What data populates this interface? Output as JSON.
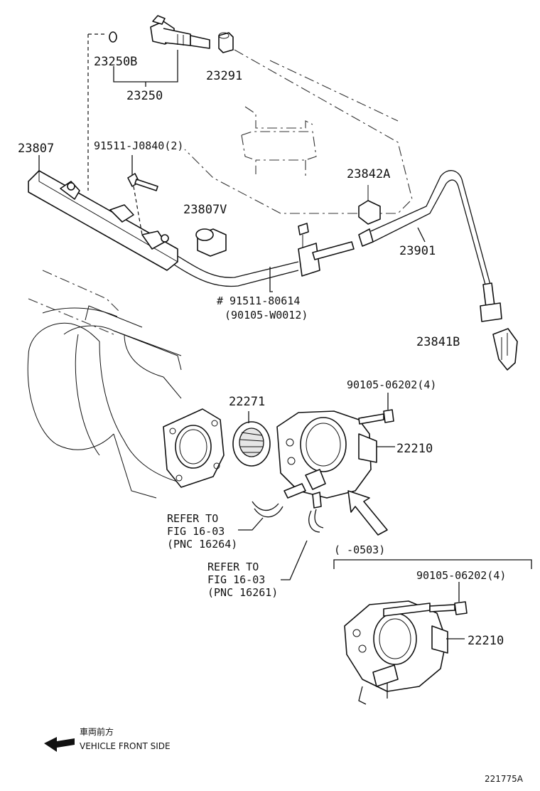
{
  "labels": {
    "p23250B": "23250B",
    "p23250": "23250",
    "p23291": "23291",
    "p23807": "23807",
    "bolt1": "91511-J0840(2)",
    "p23807V": "23807V",
    "p23842A": "23842A",
    "p23901": "23901",
    "bolt2": "# 91511-80614",
    "bolt2_alt": "(90105-W0012)",
    "p23841B": "23841B",
    "p22271": "22271",
    "bolt3": "90105-06202(4)",
    "p22210": "22210",
    "refer1_l1": "REFER TO",
    "refer1_l2": "FIG 16-03",
    "refer1_l3": "(PNC 16264)",
    "refer2_l1": "REFER TO",
    "refer2_l2": "FIG 16-03",
    "refer2_l3": "(PNC 16261)",
    "range": "(      -0503)",
    "bolt4": "90105-06202(4)",
    "p22210b": "22210",
    "front_jp": "車両前方",
    "front_en": "VEHICLE FRONT SIDE",
    "diagram_id": "221775A"
  }
}
